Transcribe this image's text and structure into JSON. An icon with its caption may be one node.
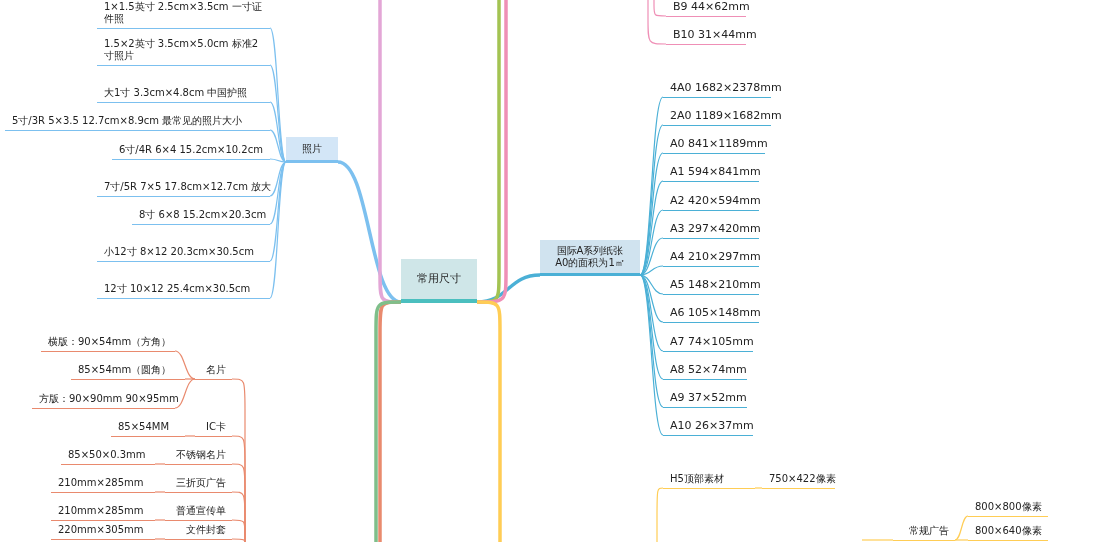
{
  "diagram": {
    "nodes": [
      {
        "text": [
          "常用尺寸"
        ]
      },
      {
        "text": [
          "照片"
        ]
      },
      {
        "text": [
          "1×1.5英寸 2.5cm×3.5cm 一寸证件照"
        ]
      },
      {
        "text": [
          "1.5×2英寸 3.5cm×5.0cm 标准2寸照片"
        ]
      },
      {
        "text": [
          "大1寸 3.3cm×4.8cm 中国护照"
        ]
      },
      {
        "text": [
          "5寸/3R 5×3.5 12.7cm×8.9cm 最常见的照片大小"
        ]
      },
      {
        "text": [
          "6寸/4R 6×4 15.2cm×10.2cm"
        ]
      },
      {
        "text": [
          "7寸/5R 7×5 17.8cm×12.7cm 放大"
        ]
      },
      {
        "text": [
          "8寸 6×8 15.2cm×20.3cm"
        ]
      },
      {
        "text": [
          "小12寸 8×12 20.3cm×30.5cm"
        ]
      },
      {
        "text": [
          "12寸 10×12 25.4cm×30.5cm"
        ]
      },
      {
        "text": [
          "国际A系列纸张 A0的面积为1㎡"
        ]
      },
      {
        "text": [
          "4A0 1682×2378mm"
        ]
      },
      {
        "text": [
          "2A0 1189×1682mm"
        ]
      },
      {
        "text": [
          "A0 841×1189mm"
        ]
      },
      {
        "text": [
          "A1 594×841mm"
        ]
      },
      {
        "text": [
          "A2 420×594mm"
        ]
      },
      {
        "text": [
          "A3 297×420mm"
        ]
      },
      {
        "text": [
          "A4 210×297mm"
        ]
      },
      {
        "text": [
          "A5 148×210mm"
        ]
      },
      {
        "text": [
          "A6 105×148mm"
        ]
      },
      {
        "text": [
          "A7 74×105mm"
        ]
      },
      {
        "text": [
          "A8 52×74mm"
        ]
      },
      {
        "text": [
          "A9 37×52mm"
        ]
      },
      {
        "text": [
          "A10 26×37mm"
        ]
      },
      {
        "text": [
          "B9 44×62mm"
        ]
      },
      {
        "text": [
          "B10 31×44mm"
        ]
      },
      {
        "text": [
          "名片"
        ]
      },
      {
        "text": [
          "横版：90×54mm（方角）"
        ]
      },
      {
        "text": [
          "85×54mm（圆角）"
        ]
      },
      {
        "text": [
          "方版：90×90mm 90×95mm"
        ]
      },
      {
        "text": [
          "IC卡"
        ]
      },
      {
        "text": [
          "85×54MM"
        ]
      },
      {
        "text": [
          "不锈钢名片"
        ]
      },
      {
        "text": [
          "85×50×0.3mm"
        ]
      },
      {
        "text": [
          "三折页广告"
        ]
      },
      {
        "text": [
          "210mm×285mm"
        ]
      },
      {
        "text": [
          "普通宣传单"
        ]
      },
      {
        "text": [
          "210mm×285mm"
        ]
      },
      {
        "text": [
          "文件封套"
        ]
      },
      {
        "text": [
          "220mm×305mm"
        ]
      },
      {
        "text": [
          "H5顶部素材"
        ]
      },
      {
        "text": [
          "750×422像素"
        ]
      },
      {
        "text": [
          "常规广告"
        ]
      },
      {
        "text": [
          "800×800像素"
        ]
      },
      {
        "text": [
          "800×640像素"
        ]
      }
    ],
    "edges": [
      {
        "from": 0,
        "to": 1,
        "arrow": "none",
        "style": "thick",
        "color": "#7cc0ef"
      },
      {
        "from": 0,
        "to": 11,
        "arrow": "none",
        "style": "thick",
        "color": "#4bb0d6"
      },
      {
        "from": 0,
        "to": null,
        "arrow": "none",
        "style": "thick",
        "color": "#e3a6d6"
      },
      {
        "from": 0,
        "to": null,
        "arrow": "none",
        "style": "thick",
        "color": "#a3c352"
      },
      {
        "from": 0,
        "to": null,
        "arrow": "none",
        "style": "thick",
        "color": "#ef8fb6"
      },
      {
        "from": 0,
        "to": null,
        "arrow": "none",
        "style": "thick",
        "color": "#e98a6e"
      },
      {
        "from": 0,
        "to": null,
        "arrow": "none",
        "style": "thick",
        "color": "#7fbf8a"
      },
      {
        "from": 0,
        "to": null,
        "arrow": "none",
        "style": "thick",
        "color": "#ffcd55"
      },
      {
        "from": 1,
        "to": 2,
        "arrow": "none",
        "color": "#7cc0ef"
      },
      {
        "from": 1,
        "to": 3,
        "arrow": "none",
        "color": "#7cc0ef"
      },
      {
        "from": 1,
        "to": 4,
        "arrow": "none",
        "color": "#7cc0ef"
      },
      {
        "from": 1,
        "to": 5,
        "arrow": "none",
        "color": "#7cc0ef"
      },
      {
        "from": 1,
        "to": 6,
        "arrow": "none",
        "color": "#7cc0ef"
      },
      {
        "from": 1,
        "to": 7,
        "arrow": "none",
        "color": "#7cc0ef"
      },
      {
        "from": 1,
        "to": 8,
        "arrow": "none",
        "color": "#7cc0ef"
      },
      {
        "from": 1,
        "to": 9,
        "arrow": "none",
        "color": "#7cc0ef"
      },
      {
        "from": 1,
        "to": 10,
        "arrow": "none",
        "color": "#7cc0ef"
      },
      {
        "from": 11,
        "to": 12,
        "arrow": "none",
        "color": "#4bb0d6"
      },
      {
        "from": 11,
        "to": 13,
        "arrow": "none",
        "color": "#4bb0d6"
      },
      {
        "from": 11,
        "to": 14,
        "arrow": "none",
        "color": "#4bb0d6"
      },
      {
        "from": 11,
        "to": 15,
        "arrow": "none",
        "color": "#4bb0d6"
      },
      {
        "from": 11,
        "to": 16,
        "arrow": "none",
        "color": "#4bb0d6"
      },
      {
        "from": 11,
        "to": 17,
        "arrow": "none",
        "color": "#4bb0d6"
      },
      {
        "from": 11,
        "to": 18,
        "arrow": "none",
        "color": "#4bb0d6"
      },
      {
        "from": 11,
        "to": 19,
        "arrow": "none",
        "color": "#4bb0d6"
      },
      {
        "from": 11,
        "to": 20,
        "arrow": "none",
        "color": "#4bb0d6"
      },
      {
        "from": 11,
        "to": 21,
        "arrow": "none",
        "color": "#4bb0d6"
      },
      {
        "from": 11,
        "to": 22,
        "arrow": "none",
        "color": "#4bb0d6"
      },
      {
        "from": 11,
        "to": 23,
        "arrow": "none",
        "color": "#4bb0d6"
      },
      {
        "from": 11,
        "to": 24,
        "arrow": "none",
        "color": "#4bb0d6"
      },
      {
        "from": null,
        "to": 25,
        "arrow": "none",
        "color": "#ef8fb6"
      },
      {
        "from": null,
        "to": 26,
        "arrow": "none",
        "color": "#ef8fb6"
      },
      {
        "from": null,
        "to": 27,
        "arrow": "none",
        "color": "#e98a6e"
      },
      {
        "from": 27,
        "to": 28,
        "arrow": "none",
        "color": "#e98a6e"
      },
      {
        "from": 27,
        "to": 29,
        "arrow": "none",
        "color": "#e98a6e"
      },
      {
        "from": 27,
        "to": 30,
        "arrow": "none",
        "color": "#e98a6e"
      },
      {
        "from": null,
        "to": 31,
        "arrow": "none",
        "color": "#e98a6e"
      },
      {
        "from": 31,
        "to": 32,
        "arrow": "none",
        "color": "#e98a6e"
      },
      {
        "from": null,
        "to": 33,
        "arrow": "none",
        "color": "#e98a6e"
      },
      {
        "from": 33,
        "to": 34,
        "arrow": "none",
        "color": "#e98a6e"
      },
      {
        "from": null,
        "to": 35,
        "arrow": "none",
        "color": "#e98a6e"
      },
      {
        "from": 35,
        "to": 36,
        "arrow": "none",
        "color": "#e98a6e"
      },
      {
        "from": null,
        "to": 37,
        "arrow": "none",
        "color": "#e98a6e"
      },
      {
        "from": 37,
        "to": 38,
        "arrow": "none",
        "color": "#e98a6e"
      },
      {
        "from": null,
        "to": 39,
        "arrow": "none",
        "color": "#e98a6e"
      },
      {
        "from": 39,
        "to": 40,
        "arrow": "none",
        "color": "#e98a6e"
      },
      {
        "from": null,
        "to": 41,
        "arrow": "none",
        "color": "#ffcd55"
      },
      {
        "from": 41,
        "to": 42,
        "arrow": "none",
        "color": "#ffcd55"
      },
      {
        "from": null,
        "to": 43,
        "arrow": "none",
        "color": "#ffcd55"
      },
      {
        "from": 43,
        "to": 44,
        "arrow": "none",
        "color": "#ffcd55"
      },
      {
        "from": 43,
        "to": 45,
        "arrow": "none",
        "color": "#ffcd55"
      }
    ]
  }
}
